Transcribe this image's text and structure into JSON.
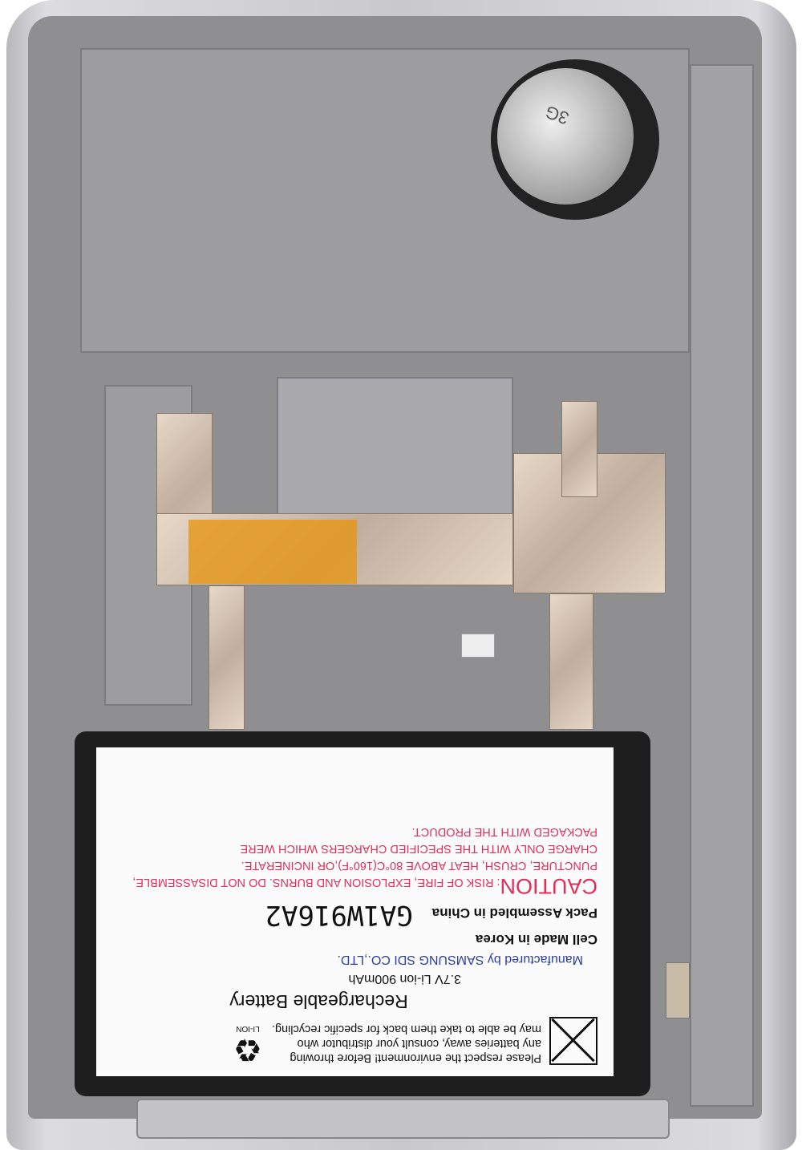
{
  "coin_cell": {
    "marking": "3G"
  },
  "battery_label": {
    "recycling_notice": [
      "Please respect the environment! Before throwing",
      "any batteries away, consult your distributor who",
      "may be able to take them back for specific recycling."
    ],
    "recycle_symbol_text": "LI-ION",
    "title": "Rechargeable Battery",
    "rating": "3.7V Li-ion 900mAh",
    "manufacturer": "Manufactured by SAMSUNG SDI CO.,LTD.",
    "cell_origin": "Cell Made in Korea",
    "pack_origin": "Pack Assembled in China",
    "model_code": "GA1W916A2",
    "caution_heading": "CAUTION",
    "caution_lines": [
      ": RISK OF FIRE, EXPLOSION AND BURNS. DO NOT DISASSEMBLE,",
      "PUNCTURE, CRUSH,  HEAT ABOVE 80°C(160°F),OR INCINERATE.",
      "CHARGE ONLY WITH THE SPECIFIED CHARGERS WHICH WERE",
      "PACKAGED  WITH THE PRODUCT."
    ]
  }
}
